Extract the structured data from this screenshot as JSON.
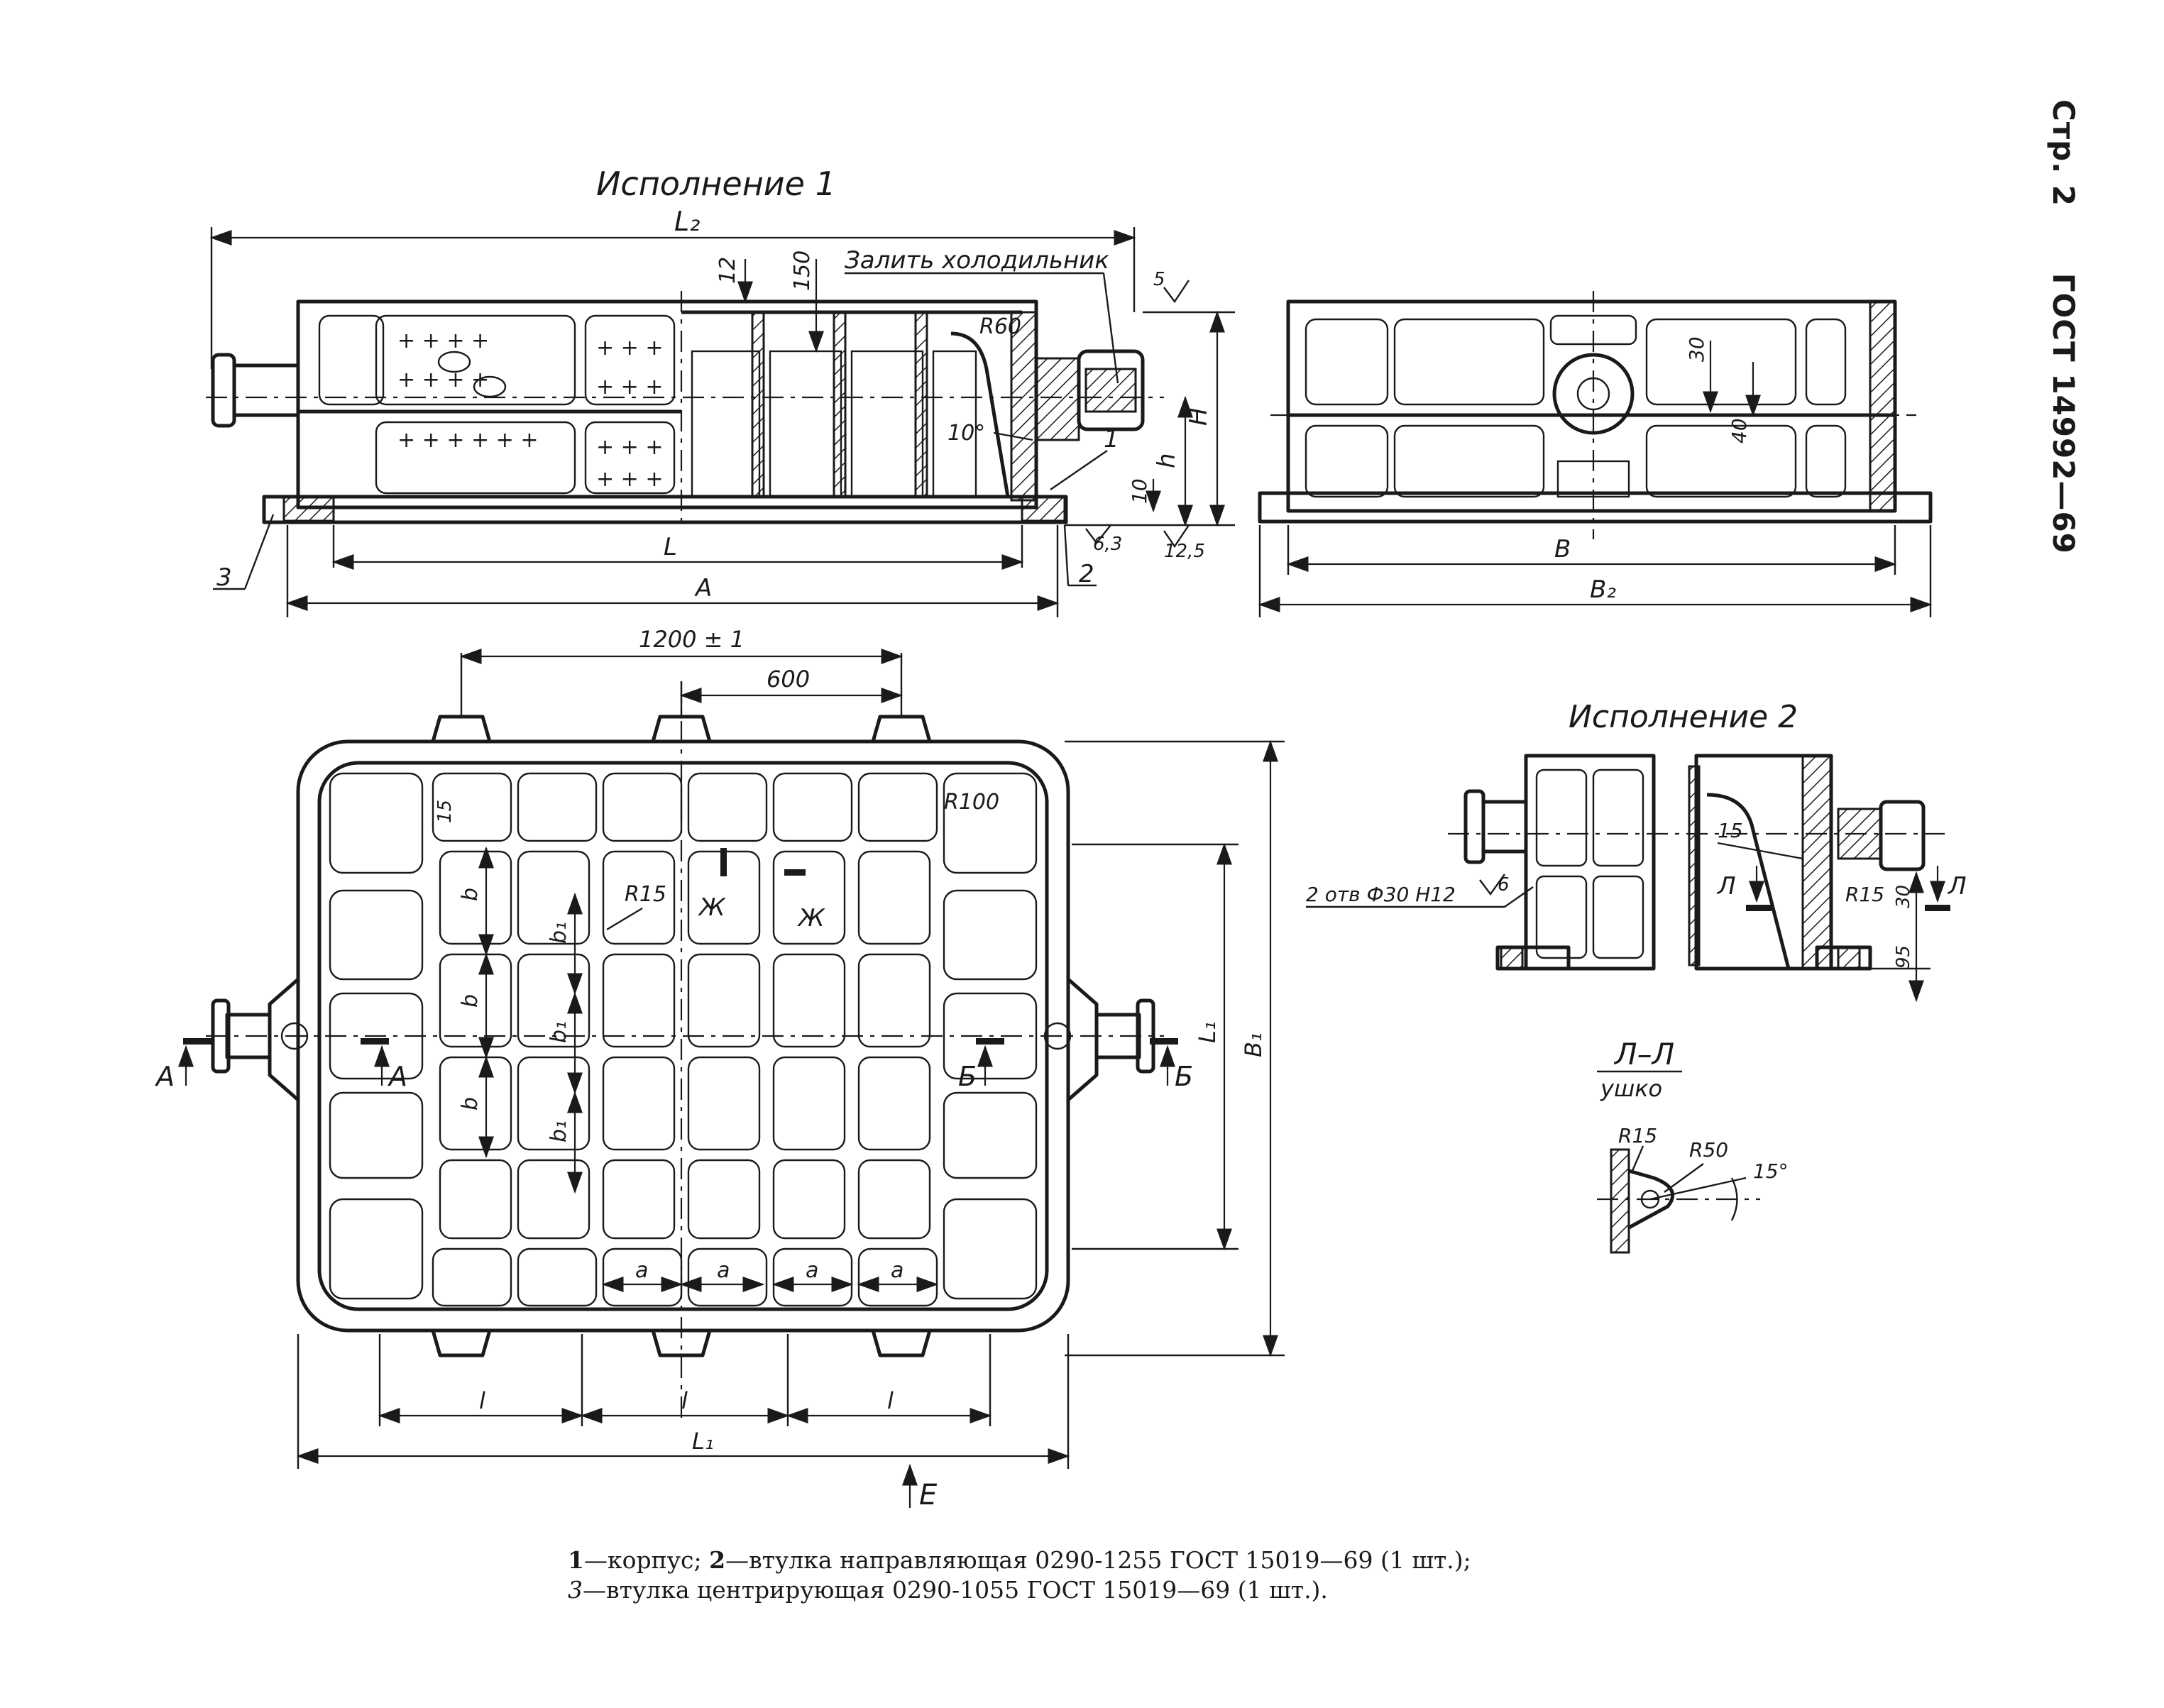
{
  "header": {
    "page": "Стр. 2",
    "standard": "ГОСТ 14992—69"
  },
  "view1": {
    "title": "Исполнение 1",
    "note": "Залить холодильник",
    "dims": {
      "L2": "L₂",
      "L": "L",
      "A": "A",
      "H": "H",
      "h": "h",
      "d12": "12",
      "d150": "150",
      "R60": "R60",
      "ang10": "10°",
      "d10": "10",
      "r63": "6,3",
      "r125": "12,5",
      "r5": "5",
      "item1": "1",
      "item2": "2",
      "item3": "3"
    }
  },
  "view_side": {
    "dims": {
      "B": "B",
      "B2": "B₂",
      "d30": "30",
      "d40": "40"
    }
  },
  "plan": {
    "dims": {
      "d1200": "1200 ± 1",
      "d600": "600",
      "R100": "R100",
      "R15": "R15",
      "d15": "15",
      "b": "b",
      "b1": "b₁",
      "a": "a",
      "l": "l",
      "L1": "L₁",
      "L1v": "L₁",
      "B1": "B₁",
      "E": "E",
      "secA": "A",
      "secB": "Б",
      "secZh": "Ж"
    }
  },
  "view2": {
    "title": "Исполнение 2",
    "holes": "2 отв Ф30 H12",
    "rough": "6",
    "dims": {
      "d15": "15",
      "R15": "R15",
      "d30": "30",
      "d95": "95",
      "secL": "Л"
    }
  },
  "section_LL": {
    "title": "Л–Л",
    "subtitle": "ушко",
    "dims": {
      "R15": "R15",
      "R50": "R50",
      "ang15": "15°"
    }
  },
  "caption": {
    "line1_n1": "1",
    "line1_t1": "—корпус;",
    "line1_n2": "2",
    "line1_t2": "—втулка направляющая 0290-1255 ГОСТ 15019—69 (1 шт.);",
    "line2_n3": "3",
    "line2_t3": "—втулка центрирующая 0290-1055 ГОСТ 15019—69 (1 шт.)."
  }
}
